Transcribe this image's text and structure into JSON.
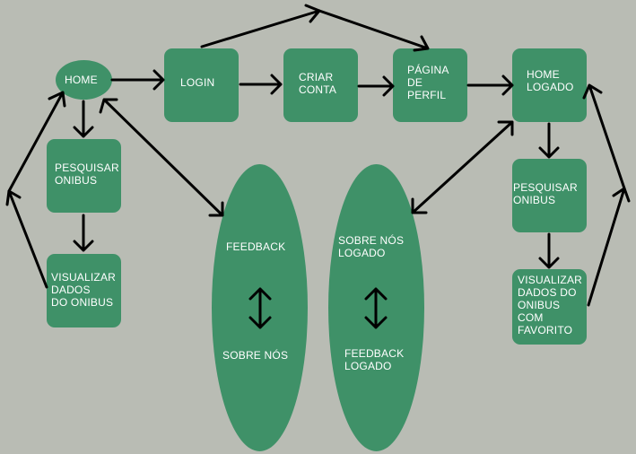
{
  "colors": {
    "background": "#b9bcb4",
    "node_fill": "#3f9168",
    "text": "#ffffff",
    "arrow": "#000000"
  },
  "nodes": {
    "home": "HOME",
    "login": "LOGIN",
    "criar_conta": "CRIAR\nCONTA",
    "pagina_perfil": "PÁGINA\nDE\nPERFIL",
    "home_logado": "HOME\nLOGADO",
    "pesquisar_onibus": "PESQUISAR\nONIBUS",
    "visualizar_dados": "VISUALIZAR\nDADOS\nDO ONIBUS",
    "pesquisar_onibus_logado": "PESQUISAR\nONIBUS",
    "visualizar_dados_favorito": "VISUALIZAR\nDADOS DO\nONIBUS\nCOM\nFAVORITO",
    "feedback": "FEEDBACK",
    "sobre_nos": "SOBRE NÓS",
    "sobre_nos_logado": "SOBRE NÓS\nLOGADO",
    "feedback_logado": "FEEDBACK\nLOGADO"
  }
}
